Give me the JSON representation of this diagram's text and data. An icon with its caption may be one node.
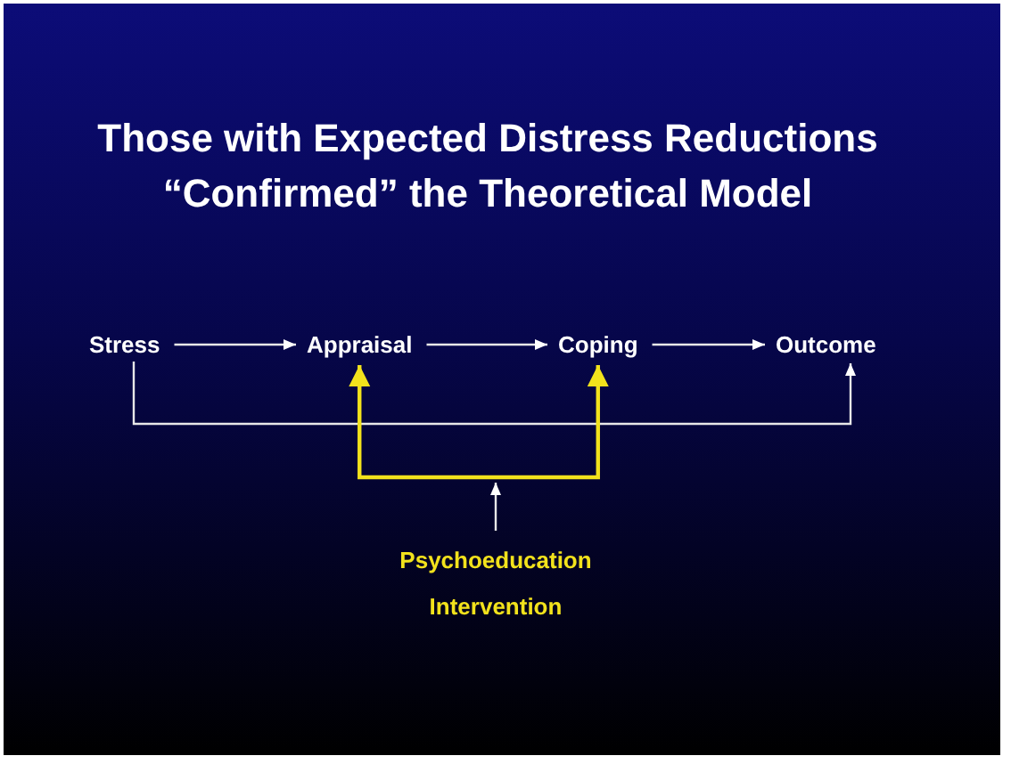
{
  "diagram": {
    "title": "Those with Expected Distress Reductions “Confirmed” the Theoretical Model",
    "nodes": [
      {
        "text": [
          "Stress"
        ]
      },
      {
        "text": [
          "Appraisal"
        ]
      },
      {
        "text": [
          "Coping"
        ]
      },
      {
        "text": [
          "Outcome"
        ]
      },
      {
        "text": [
          "Psychoeducation Intervention"
        ]
      }
    ],
    "edges": [
      {
        "from": 0,
        "to": 1,
        "arrow": "to"
      },
      {
        "from": 1,
        "to": 2,
        "arrow": "to"
      },
      {
        "from": 2,
        "to": 3,
        "arrow": "to"
      },
      {
        "from": 0,
        "to": 3,
        "arrow": "to"
      },
      {
        "from": 4,
        "to": 1,
        "arrow": "to",
        "color": "#f2e21c"
      },
      {
        "from": 4,
        "to": 2,
        "arrow": "to",
        "color": "#f2e21c"
      }
    ]
  }
}
